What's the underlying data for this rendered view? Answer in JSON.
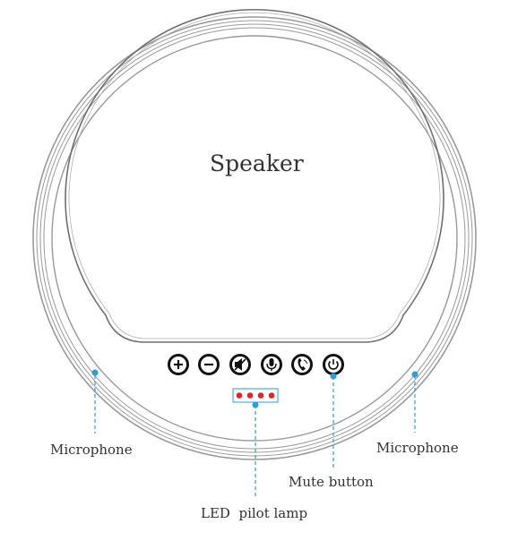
{
  "labels": {
    "speaker": "Speaker",
    "mic_left": "Microphone",
    "mic_right": "Microphone",
    "mute": "Mute button",
    "led": "LED  pilot lamp"
  },
  "buttons": [
    {
      "name": "volume-up-button",
      "icon": "plus-icon"
    },
    {
      "name": "volume-down-button",
      "icon": "minus-icon"
    },
    {
      "name": "speaker-mute-button",
      "icon": "speaker-off-icon"
    },
    {
      "name": "mic-button",
      "icon": "microphone-icon"
    },
    {
      "name": "call-button",
      "icon": "phone-icon"
    },
    {
      "name": "power-button",
      "icon": "power-icon"
    }
  ],
  "colors": {
    "outline": "#9a9a9a",
    "callout": "#2a9fd8",
    "led": "#e8202a",
    "text": "#333333",
    "button": "#111111"
  }
}
